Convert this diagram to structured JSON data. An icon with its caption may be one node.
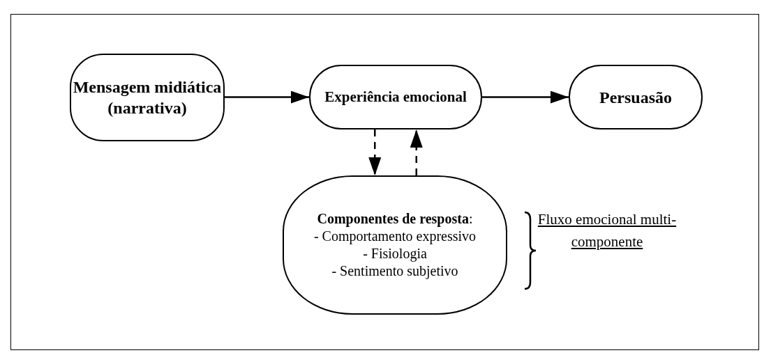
{
  "diagram": {
    "nodes": [
      {
        "text": [
          "Mensagem midiática (narrativa)"
        ]
      },
      {
        "text": [
          "Experiência emocional"
        ]
      },
      {
        "text": [
          "Persuasão"
        ]
      },
      {
        "text": [
          "**Componentes de resposta**:",
          "- Comportamento expressivo",
          "- Fisiologia",
          "- Sentimento subjetivo"
        ]
      }
    ],
    "edges": [
      {
        "from": 0,
        "to": 1,
        "arrow": "to"
      },
      {
        "from": 1,
        "to": 2,
        "arrow": "to"
      },
      {
        "from": 1,
        "to": 3,
        "arrow": "to",
        "style": "dashed"
      },
      {
        "from": 3,
        "to": 1,
        "arrow": "to",
        "style": "dashed"
      }
    ],
    "labels": [
      "Fluxo emocional multi-componente"
    ]
  }
}
